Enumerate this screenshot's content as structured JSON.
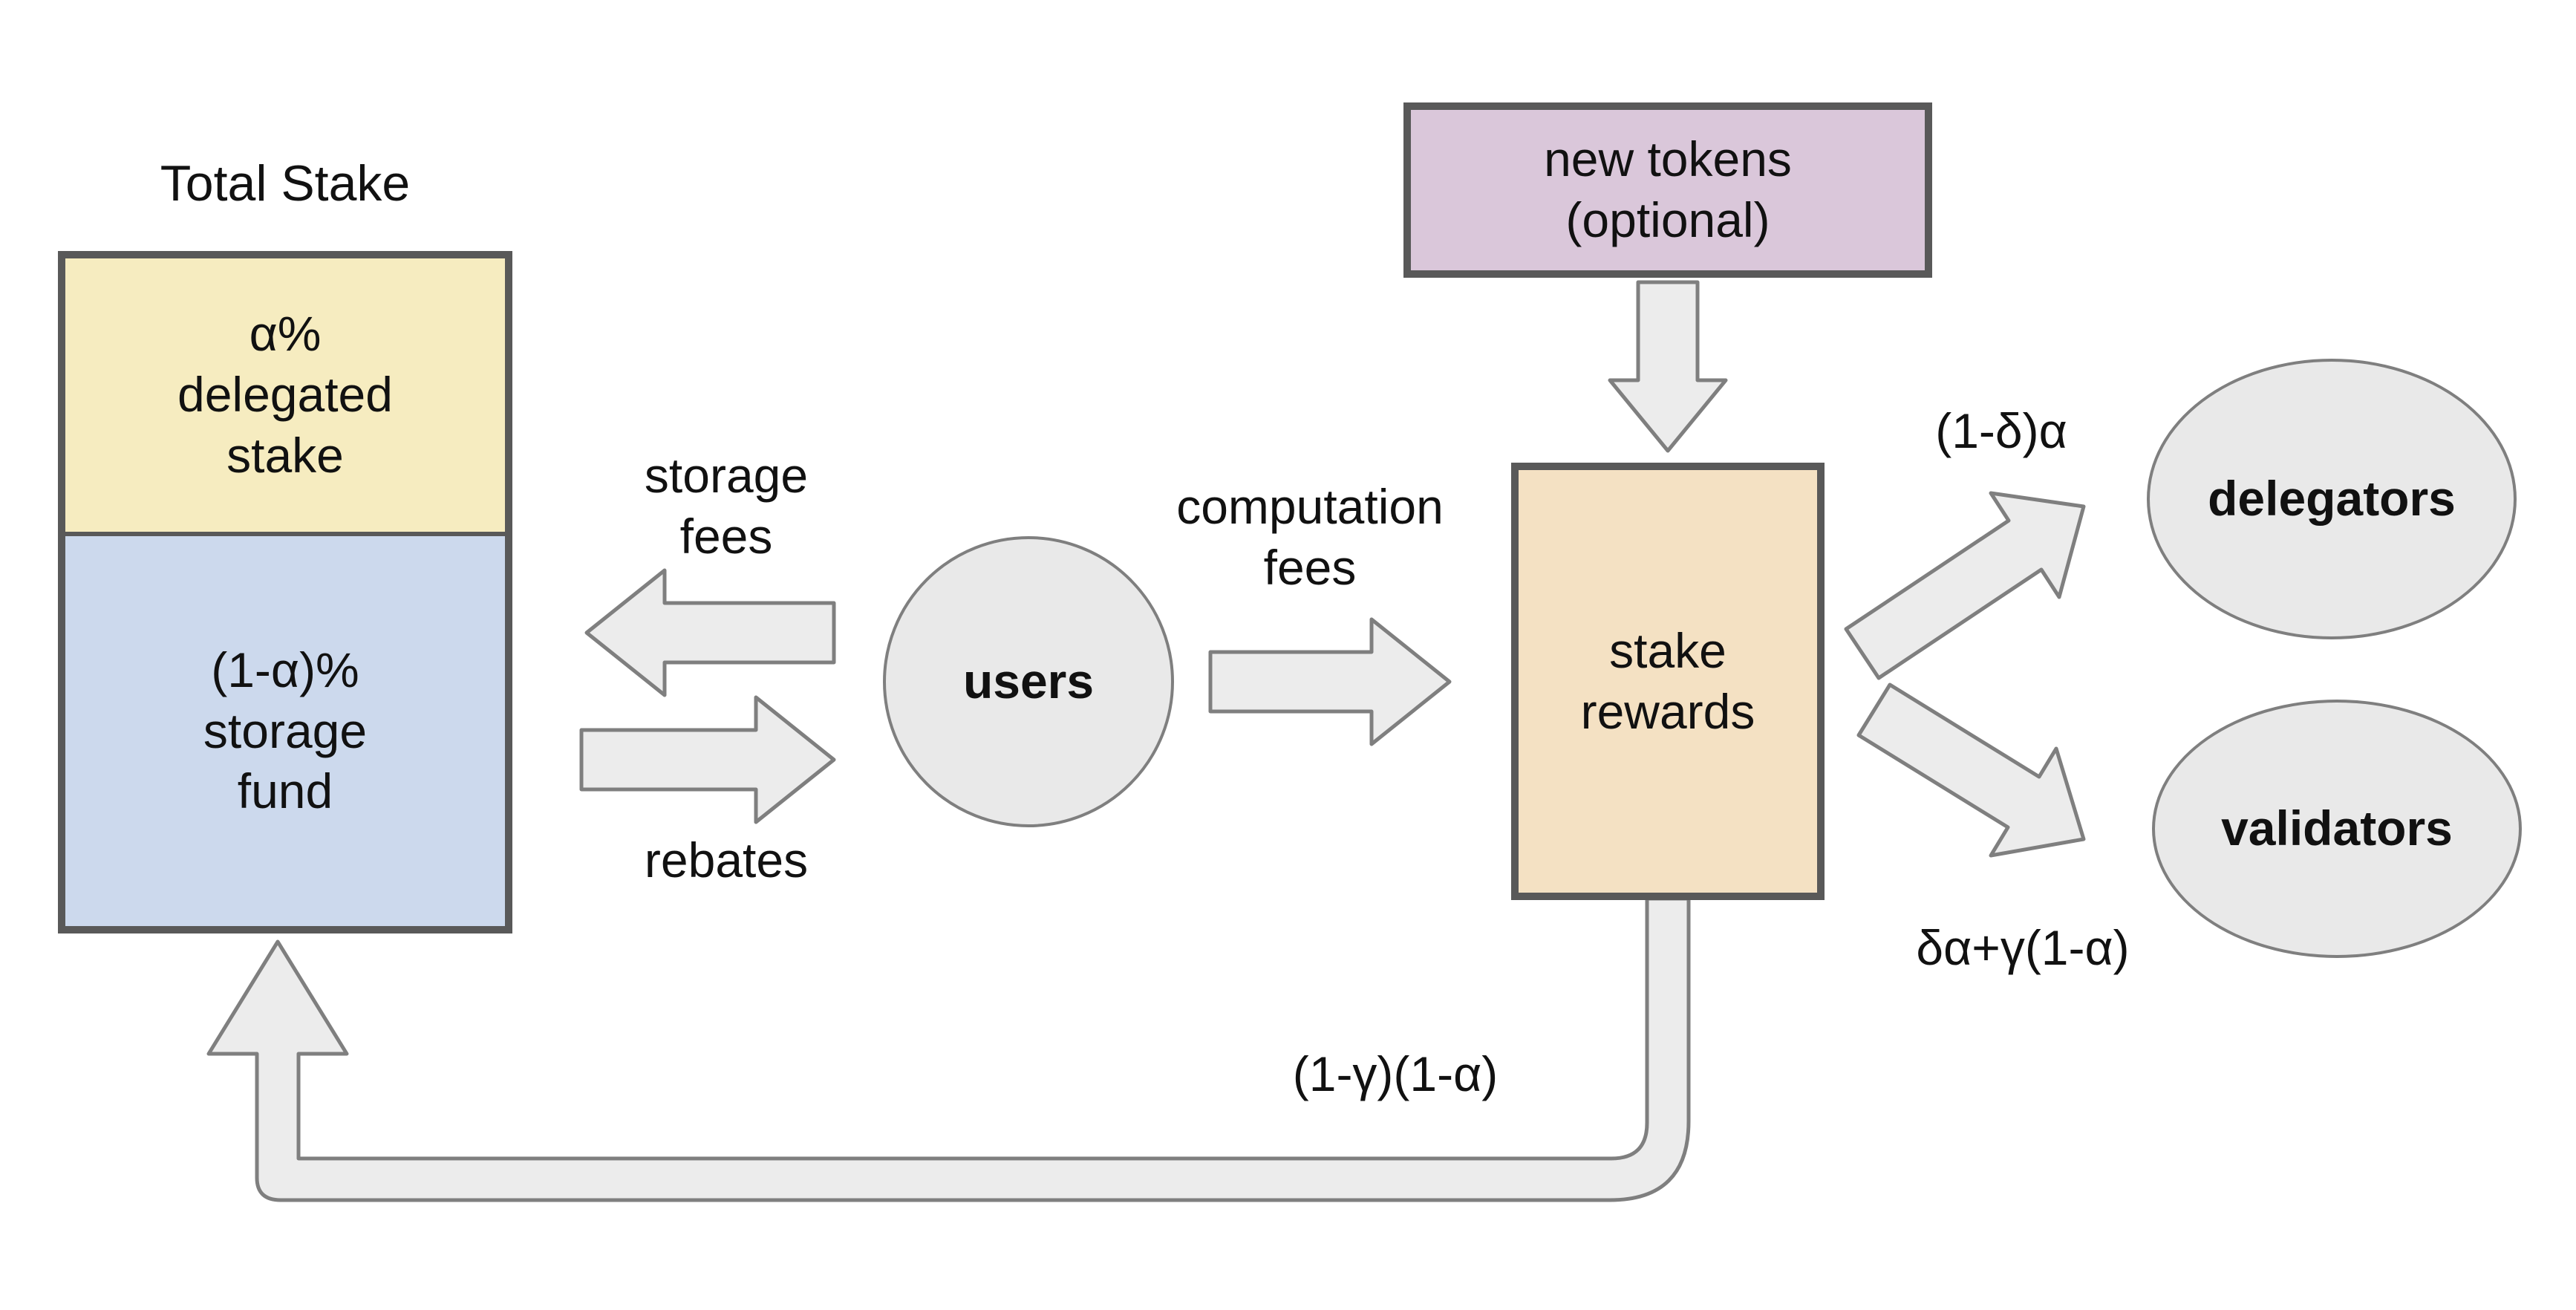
{
  "diagram": {
    "title": "Total Stake",
    "total_stake_box": {
      "delegated_stake": "α%\ndelegated\nstake",
      "storage_fund": "(1-α)%\nstorage\nfund"
    },
    "nodes": {
      "users": "users",
      "new_tokens": "new tokens\n(optional)",
      "stake_rewards": "stake\nrewards",
      "delegators": "delegators",
      "validators": "validators"
    },
    "edge_labels": {
      "storage_fees": "storage\nfees",
      "rebates": "rebates",
      "computation_fees": "computation\nfees",
      "to_delegators": "(1-δ)α",
      "to_validators": "δα+γ(1-α)",
      "to_storage_fund": "(1-γ)(1-α)"
    },
    "colors": {
      "delegated_stake_fill": "#f6ecc0",
      "storage_fund_fill": "#ccd9ed",
      "new_tokens_fill": "#dac7da",
      "stake_rewards_fill": "#f4e1c3",
      "node_fill": "#e9e9e9",
      "arrow_fill": "#ececec",
      "arrow_stroke": "#7f7f7f",
      "box_border": "#595959"
    }
  }
}
